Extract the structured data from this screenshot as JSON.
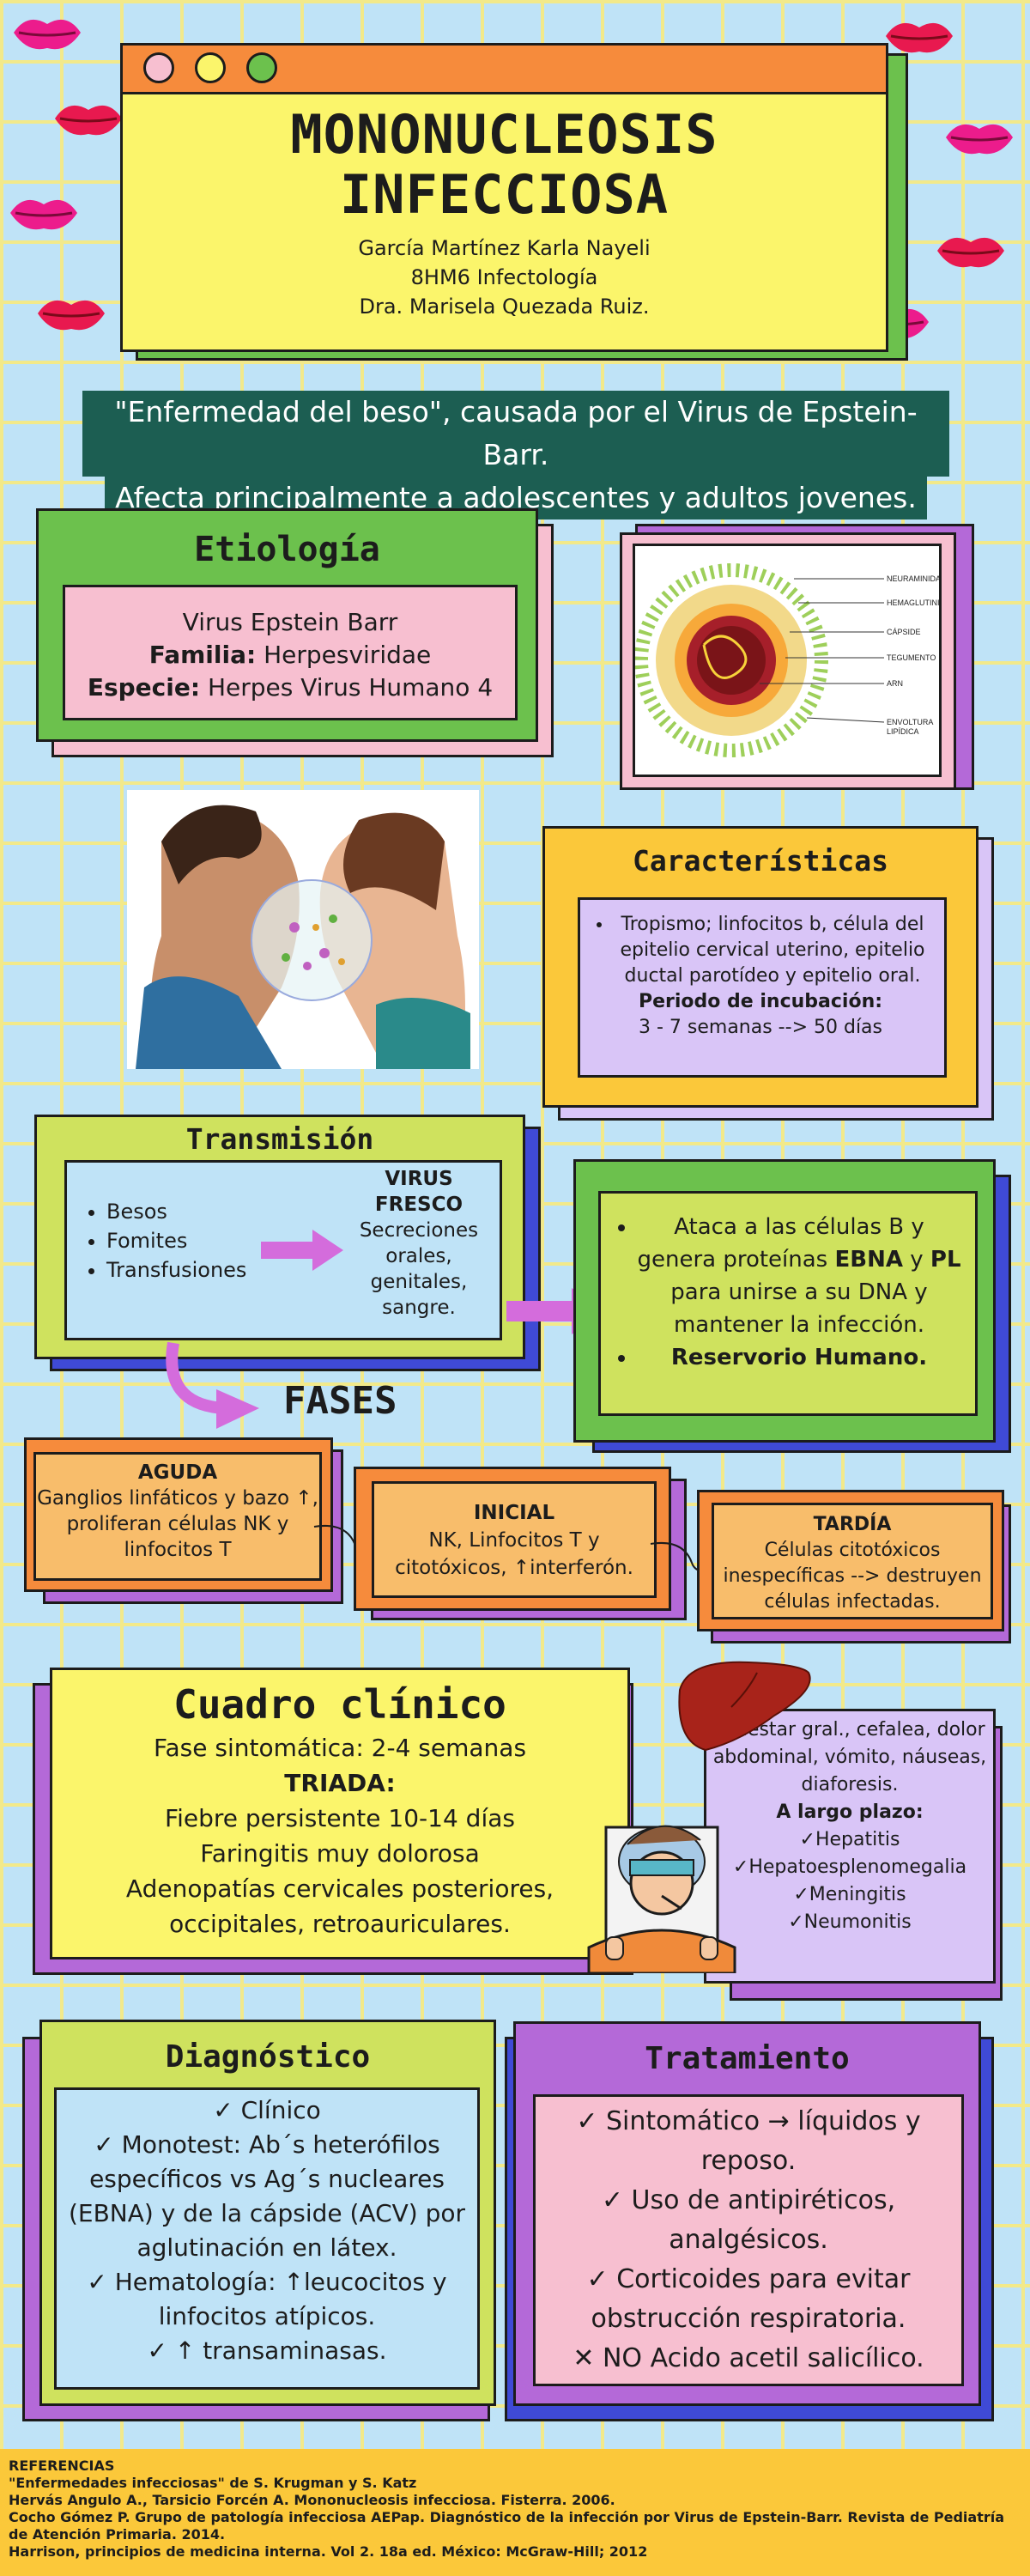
{
  "header": {
    "title_line1": "MONONUCLEOSIS",
    "title_line2": "INFECCIOSA",
    "author": "García Martínez Karla Nayeli",
    "group": "8HM6 Infectología",
    "teacher": "Dra. Marisela Quezada Ruiz."
  },
  "intro": {
    "line1": "\"Enfermedad del beso\", causada por el Virus de Epstein-Barr.",
    "line2": "Afecta principalmente a adolescentes y adultos jovenes."
  },
  "etiologia": {
    "title": "Etiología",
    "virus": "Virus Epstein Barr",
    "familia_label": "Familia:",
    "familia": "Herpesviridae",
    "especie_label": "Especie:",
    "especie": "Herpes Virus Humano 4"
  },
  "virus_diagram": {
    "labels": [
      "NEURAMINIDASA",
      "HEMAGLUTININA",
      "CÁPSIDE",
      "TEGUMENTO",
      "ARN",
      "ENVOLTURA",
      "LIPÍDICA"
    ]
  },
  "caracteristicas": {
    "title": "Características",
    "item1": "Tropismo; linfocitos b, célula del epitelio cervical uterino, epitelio ductal parotídeo y epitelio oral.",
    "incubacion_label": "Periodo de incubación:",
    "incubacion": "3 - 7 semanas --> 50 días"
  },
  "transmision": {
    "title": "Transmisión",
    "items": [
      "Besos",
      "Fomites",
      "Transfusiones"
    ],
    "virus_label": "VIRUS FRESCO",
    "virus_text": "Secreciones orales, genitales, sangre."
  },
  "ataca": {
    "line_a": "Ataca a las células B y genera proteínas",
    "ebna": "EBNA",
    "y": "y",
    "pl": "PL",
    "line_b": "para unirse a su DNA y mantener la infección.",
    "reservorio": "Reservorio Humano."
  },
  "fases": {
    "title": "FASES",
    "aguda_title": "AGUDA",
    "aguda_text": "Ganglios linfáticos y bazo ↑, proliferan células NK y linfocitos T",
    "inicial_title": "INICIAL",
    "inicial_text": "NK, Linfocitos T y citotóxicos, ↑interferón.",
    "tardia_title": "TARDÍA",
    "tardia_text": "Células citotóxicos inespecíficas --> destruyen células infectadas."
  },
  "cuadro": {
    "title": "Cuadro clínico",
    "fase": "Fase sintomática: 2-4 semanas",
    "triada_label": "TRIADA:",
    "t1": "Fiebre persistente 10-14 días",
    "t2": "Faringitis muy dolorosa",
    "t3": "Adenopatías cervicales posteriores, occipitales, retroauriculares."
  },
  "malestar": {
    "text": "Malestar gral., cefalea, dolor abdominal, vómito, náuseas, diaforesis.",
    "largo_label": "A largo plazo:",
    "items": [
      "✓Hepatitis",
      "✓Hepatoesplenomegalia",
      "✓Meningitis",
      "✓Neumonitis"
    ]
  },
  "diagnostico": {
    "title": "Diagnóstico",
    "items": [
      "✓ Clínico",
      "✓  Monotest: Ab´s heterófilos específicos vs Ag´s nucleares (EBNA) y de la cápside (ACV) por aglutinación en látex.",
      "✓ Hematología: ↑leucocitos y linfocitos atípicos.",
      "✓ ↑ transaminasas."
    ]
  },
  "tratamiento": {
    "title": "Tratamiento",
    "items": [
      "✓ Sintomático → líquidos y reposo.",
      "✓ Uso de antipiréticos, analgésicos.",
      "✓ Corticoides para evitar obstrucción respiratoria.",
      "✕ NO Acido acetil salicílico."
    ]
  },
  "referencias": {
    "title": "REFERENCIAS",
    "r1": "\"Enfermedades infecciosas\" de S. Krugman y S. Katz",
    "r2": "Hervás Angulo A., Tarsicio Forcén A. Mononucleosis infecciosa. Fisterra. 2006.",
    "r3": "Cocho Gómez P. Grupo de patología infecciosa AEPap. Diagnóstico de la infección por Virus de Epstein-Barr. Revista de Pediatría de Atención Primaria. 2014.",
    "r4": "Harrison, principios de medicina interna. Vol 2. 18a ed. México: McGraw-Hill; 2012"
  },
  "colors": {
    "yellow": "#fbf56b",
    "orange": "#f68b3c",
    "green": "#6cc14d",
    "pink": "#f7bfd0",
    "purple": "#b469d8",
    "lime": "#cfe25e",
    "blue": "#3f4ad6",
    "lavender": "#d9c5f7",
    "teal": "#1c5e52",
    "lip": "#e8194f"
  }
}
